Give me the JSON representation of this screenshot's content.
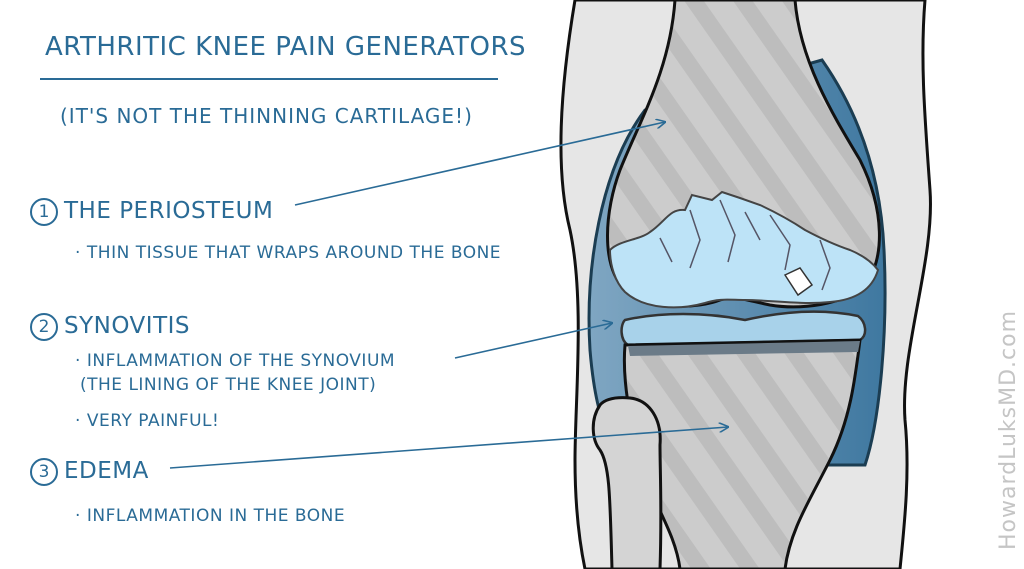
{
  "title": "ARTHRITIC KNEE PAIN GENERATORS",
  "subtitle": "(IT'S NOT THE THINNING CARTILAGE!)",
  "items": [
    {
      "number": "1",
      "heading": "THE PERIOSTEUM",
      "details": [
        "THIN TISSUE THAT WRAPS AROUND THE BONE"
      ]
    },
    {
      "number": "2",
      "heading": "SYNOVITIS",
      "details": [
        "INFLAMMATION OF THE SYNOVIUM",
        "(THE LINING OF THE KNEE JOINT)",
        "VERY PAINFUL!"
      ]
    },
    {
      "number": "3",
      "heading": "EDEMA",
      "details": [
        "INFLAMMATION IN THE BONE"
      ]
    }
  ],
  "watermark": "HowardLuksMD.com",
  "colors": {
    "text": "#2a6b96",
    "synovium": "#4f86aa",
    "cartilage": "#bde3f7",
    "bone": "#cfcfcf"
  }
}
